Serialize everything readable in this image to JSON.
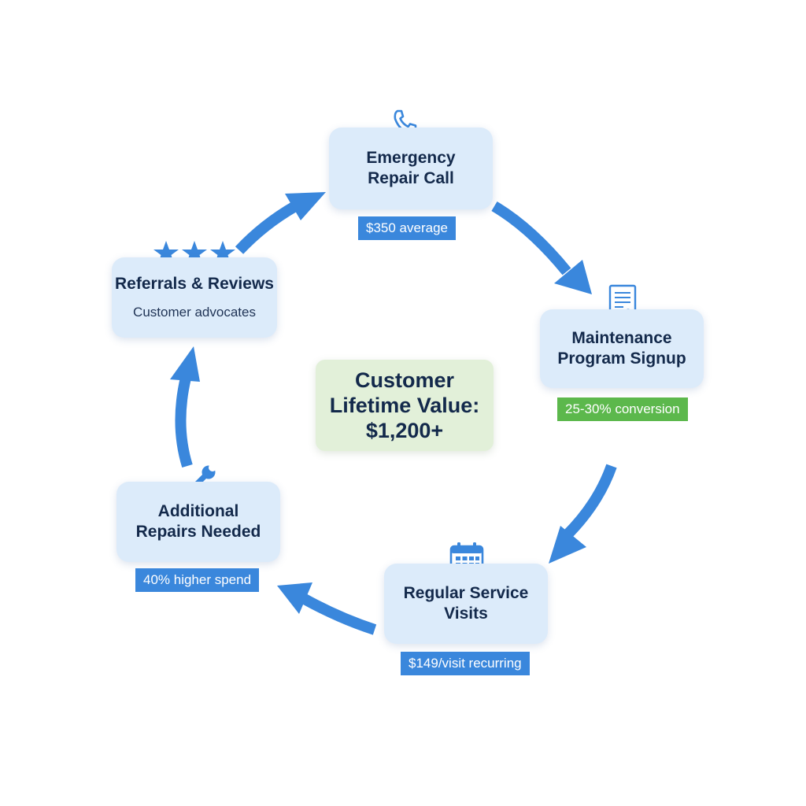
{
  "diagram": {
    "nodes": [
      {
        "id": "emergency",
        "title": "Emergency\nRepair Call",
        "badge": "$350 average"
      },
      {
        "id": "maintenance",
        "title": "Maintenance\nProgram Signup",
        "badge": "25-30% conversion"
      },
      {
        "id": "regular",
        "title": "Regular Service\nVisits",
        "badge": "$149/visit recurring"
      },
      {
        "id": "additional",
        "title": "Additional\nRepairs Needed",
        "badge": "40% higher spend"
      },
      {
        "id": "referrals",
        "title": "Referrals & Reviews",
        "subtitle": "Customer advocates"
      }
    ],
    "center_label": "Customer\nLifetime Value:\n$1,200+",
    "icons": [
      "phone-icon",
      "document-icon",
      "calendar-icon",
      "wrench-icon",
      "star-icon"
    ],
    "colors": {
      "node_bg": "#dcebfa",
      "center_bg": "#e2f0d9",
      "arrow": "#3a87dc",
      "badge_blue": "#3a87dc",
      "badge_green": "#5cb84c",
      "text": "#13294b"
    }
  }
}
